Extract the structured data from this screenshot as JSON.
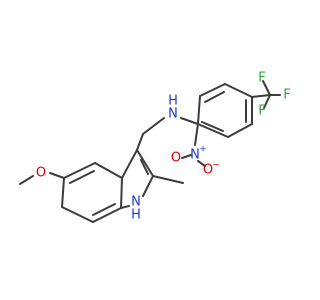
{
  "colors": {
    "bond": "#3c3c3c",
    "nitrogen": "#1f39d6",
    "oxygen": "#e00000",
    "fluorine": "#2fa52f",
    "background": "#ffffff"
  },
  "atoms": {
    "nh_amine": "N",
    "nh_amine_h": "H",
    "nitro_n": "N",
    "nitro_n_charge": "+",
    "nitro_o_top": "O",
    "nitro_o_minus": "O",
    "nitro_o_charge": "−",
    "f1": "F",
    "f2": "F",
    "f3": "F",
    "methoxy_o": "O",
    "indole_n": "N",
    "indole_h": "H"
  }
}
